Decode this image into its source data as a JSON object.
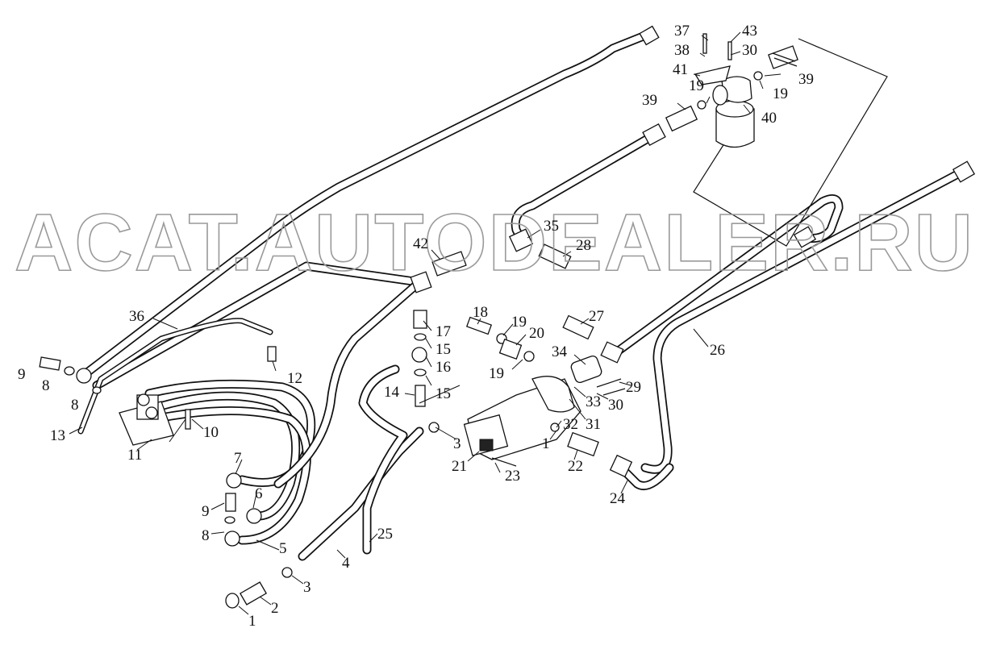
{
  "watermark": "ACAT.AUTODEALER.RU",
  "callouts": [
    {
      "id": "c37",
      "text": "37"
    },
    {
      "id": "c43",
      "text": "43"
    },
    {
      "id": "c38",
      "text": "38"
    },
    {
      "id": "c30a",
      "text": "30"
    },
    {
      "id": "c41",
      "text": "41"
    },
    {
      "id": "c39a",
      "text": "39"
    },
    {
      "id": "c19a",
      "text": "19"
    },
    {
      "id": "c19b",
      "text": "19"
    },
    {
      "id": "c39b",
      "text": "39"
    },
    {
      "id": "c40",
      "text": "40"
    },
    {
      "id": "c35",
      "text": "35"
    },
    {
      "id": "c28",
      "text": "28"
    },
    {
      "id": "c42",
      "text": "42"
    },
    {
      "id": "c36",
      "text": "36"
    },
    {
      "id": "c18",
      "text": "18"
    },
    {
      "id": "c19c",
      "text": "19"
    },
    {
      "id": "c17",
      "text": "17"
    },
    {
      "id": "c20",
      "text": "20"
    },
    {
      "id": "c27",
      "text": "27"
    },
    {
      "id": "c15a",
      "text": "15"
    },
    {
      "id": "c34",
      "text": "34"
    },
    {
      "id": "c26",
      "text": "26"
    },
    {
      "id": "c16",
      "text": "16"
    },
    {
      "id": "c19d",
      "text": "19"
    },
    {
      "id": "c9a",
      "text": "9"
    },
    {
      "id": "c8a",
      "text": "8"
    },
    {
      "id": "c12",
      "text": "12"
    },
    {
      "id": "c14",
      "text": "14"
    },
    {
      "id": "c15b",
      "text": "15"
    },
    {
      "id": "c29",
      "text": "29"
    },
    {
      "id": "c33",
      "text": "33"
    },
    {
      "id": "c30b",
      "text": "30"
    },
    {
      "id": "c8b",
      "text": "8"
    },
    {
      "id": "c31",
      "text": "31"
    },
    {
      "id": "c13",
      "text": "13"
    },
    {
      "id": "c10",
      "text": "10"
    },
    {
      "id": "c32",
      "text": "32"
    },
    {
      "id": "c3a",
      "text": "3"
    },
    {
      "id": "c1a",
      "text": "1"
    },
    {
      "id": "c11",
      "text": "11"
    },
    {
      "id": "c7",
      "text": "7"
    },
    {
      "id": "c21",
      "text": "21"
    },
    {
      "id": "c22",
      "text": "22"
    },
    {
      "id": "c23",
      "text": "23"
    },
    {
      "id": "c24",
      "text": "24"
    },
    {
      "id": "c6",
      "text": "6"
    },
    {
      "id": "c9b",
      "text": "9"
    },
    {
      "id": "c25",
      "text": "25"
    },
    {
      "id": "c8c",
      "text": "8"
    },
    {
      "id": "c5",
      "text": "5"
    },
    {
      "id": "c4",
      "text": "4"
    },
    {
      "id": "c3b",
      "text": "3"
    },
    {
      "id": "c2",
      "text": "2"
    },
    {
      "id": "c1b",
      "text": "1"
    }
  ]
}
